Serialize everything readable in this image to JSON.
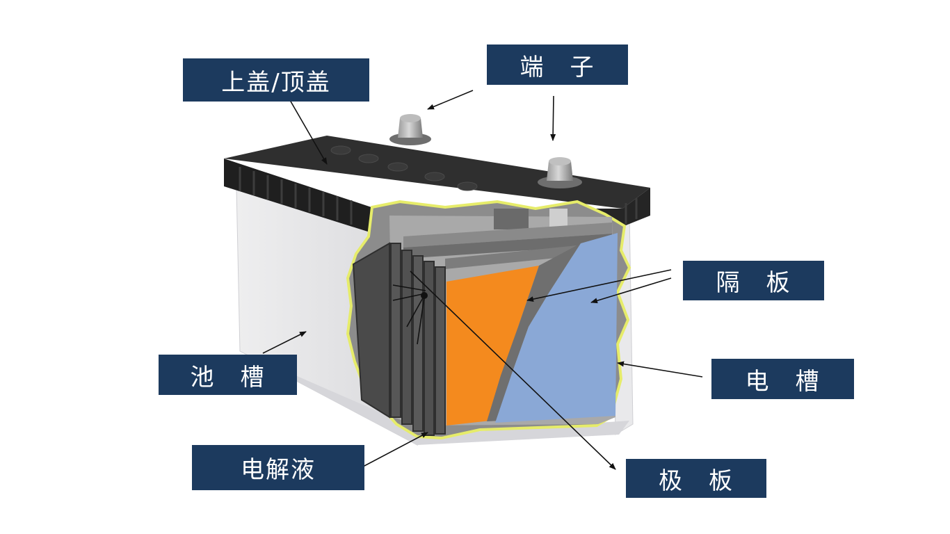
{
  "labels": {
    "top_cover": "上盖/顶盖",
    "terminal": "端　子",
    "separator": "隔　板",
    "cell_tank": "池　槽",
    "container": "电　槽",
    "electrolyte": "电解液",
    "plate": "极　板"
  },
  "colors": {
    "label_bg": "#1c3a5e",
    "label_text": "#ffffff",
    "lid": "#262626",
    "case": "#e4e4e6",
    "cutaway_outline": "#e6ec6a",
    "plate_orange": "#f48a1e",
    "separator_blue": "#8aa8d6",
    "plate_grey": "#4e4e4e"
  }
}
